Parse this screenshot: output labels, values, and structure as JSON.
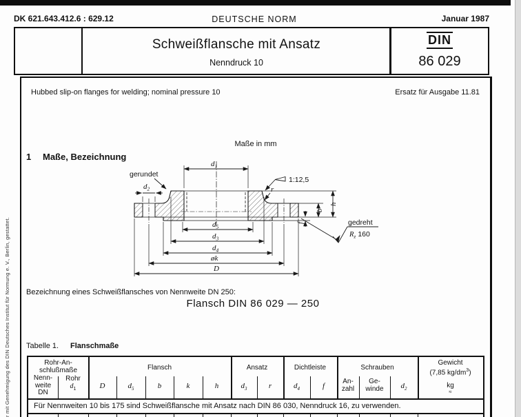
{
  "header": {
    "dk": "DK 621.643.412.6 : 629.12",
    "norm": "DEUTSCHE NORM",
    "date": "Januar 1987",
    "title": "Schweißflansche mit Ansatz",
    "subtitle": "Nenndruck 10",
    "din": "DIN",
    "din_number": "86 029"
  },
  "intro": {
    "english_title": "Hubbed slip-on flanges for welding; nominal pressure 10",
    "ersatz": "Ersatz für Ausgabe 11.81",
    "units": "Maße in mm"
  },
  "section": {
    "number": "1",
    "title": "Maße, Bezeichnung",
    "designation_intro": "Bezeichnung eines Schweißflansches von Nennweite DN 250:",
    "designation": "Flansch DIN 86 029 — 250"
  },
  "sym": {
    "d": "d",
    "D": "D",
    "b": "b",
    "k": "k",
    "h": "h",
    "r": "r",
    "f": "f",
    "R": "R",
    "z": "z",
    "phik": "øk",
    "s1": "1",
    "s2": "2",
    "s3": "3",
    "s4": "4",
    "s5": "5"
  },
  "drawing": {
    "gerundet": "gerundet",
    "taper": "1:12,5",
    "gedreht": "gedreht",
    "rz_value": "160"
  },
  "table": {
    "caption_label": "Tabelle 1.",
    "caption_title": "Flanschmaße",
    "groups": {
      "rohr1": "Rohr-An-",
      "rohr2": "schlußmaße",
      "flansch": "Flansch",
      "ansatz": "Ansatz",
      "dichtleiste": "Dichtleiste",
      "schrauben": "Schrauben",
      "gewicht1": "Gewicht",
      "gewicht2a": "(7,85 kg/dm",
      "gewicht2sup": "3",
      "gewicht2b": ")"
    },
    "cols": {
      "dn1": "Nenn-",
      "dn2": "weite",
      "dn3": "DN",
      "rohr": "Rohr",
      "anzahl1": "An-",
      "anzahl2": "zahl",
      "gewinde1": "Ge-",
      "gewinde2": "winde",
      "kg": "kg",
      "approx": "≈"
    },
    "footnote": "Für Nennweiten 10 bis 175 sind Schweißflansche mit Ansatz nach DIN 86 030, Nenndruck 16, zu verwenden."
  },
  "side_note": "r mit Genehmigung des DIN Deutsches Institut für Normung e. V., Berlin, gestattet."
}
